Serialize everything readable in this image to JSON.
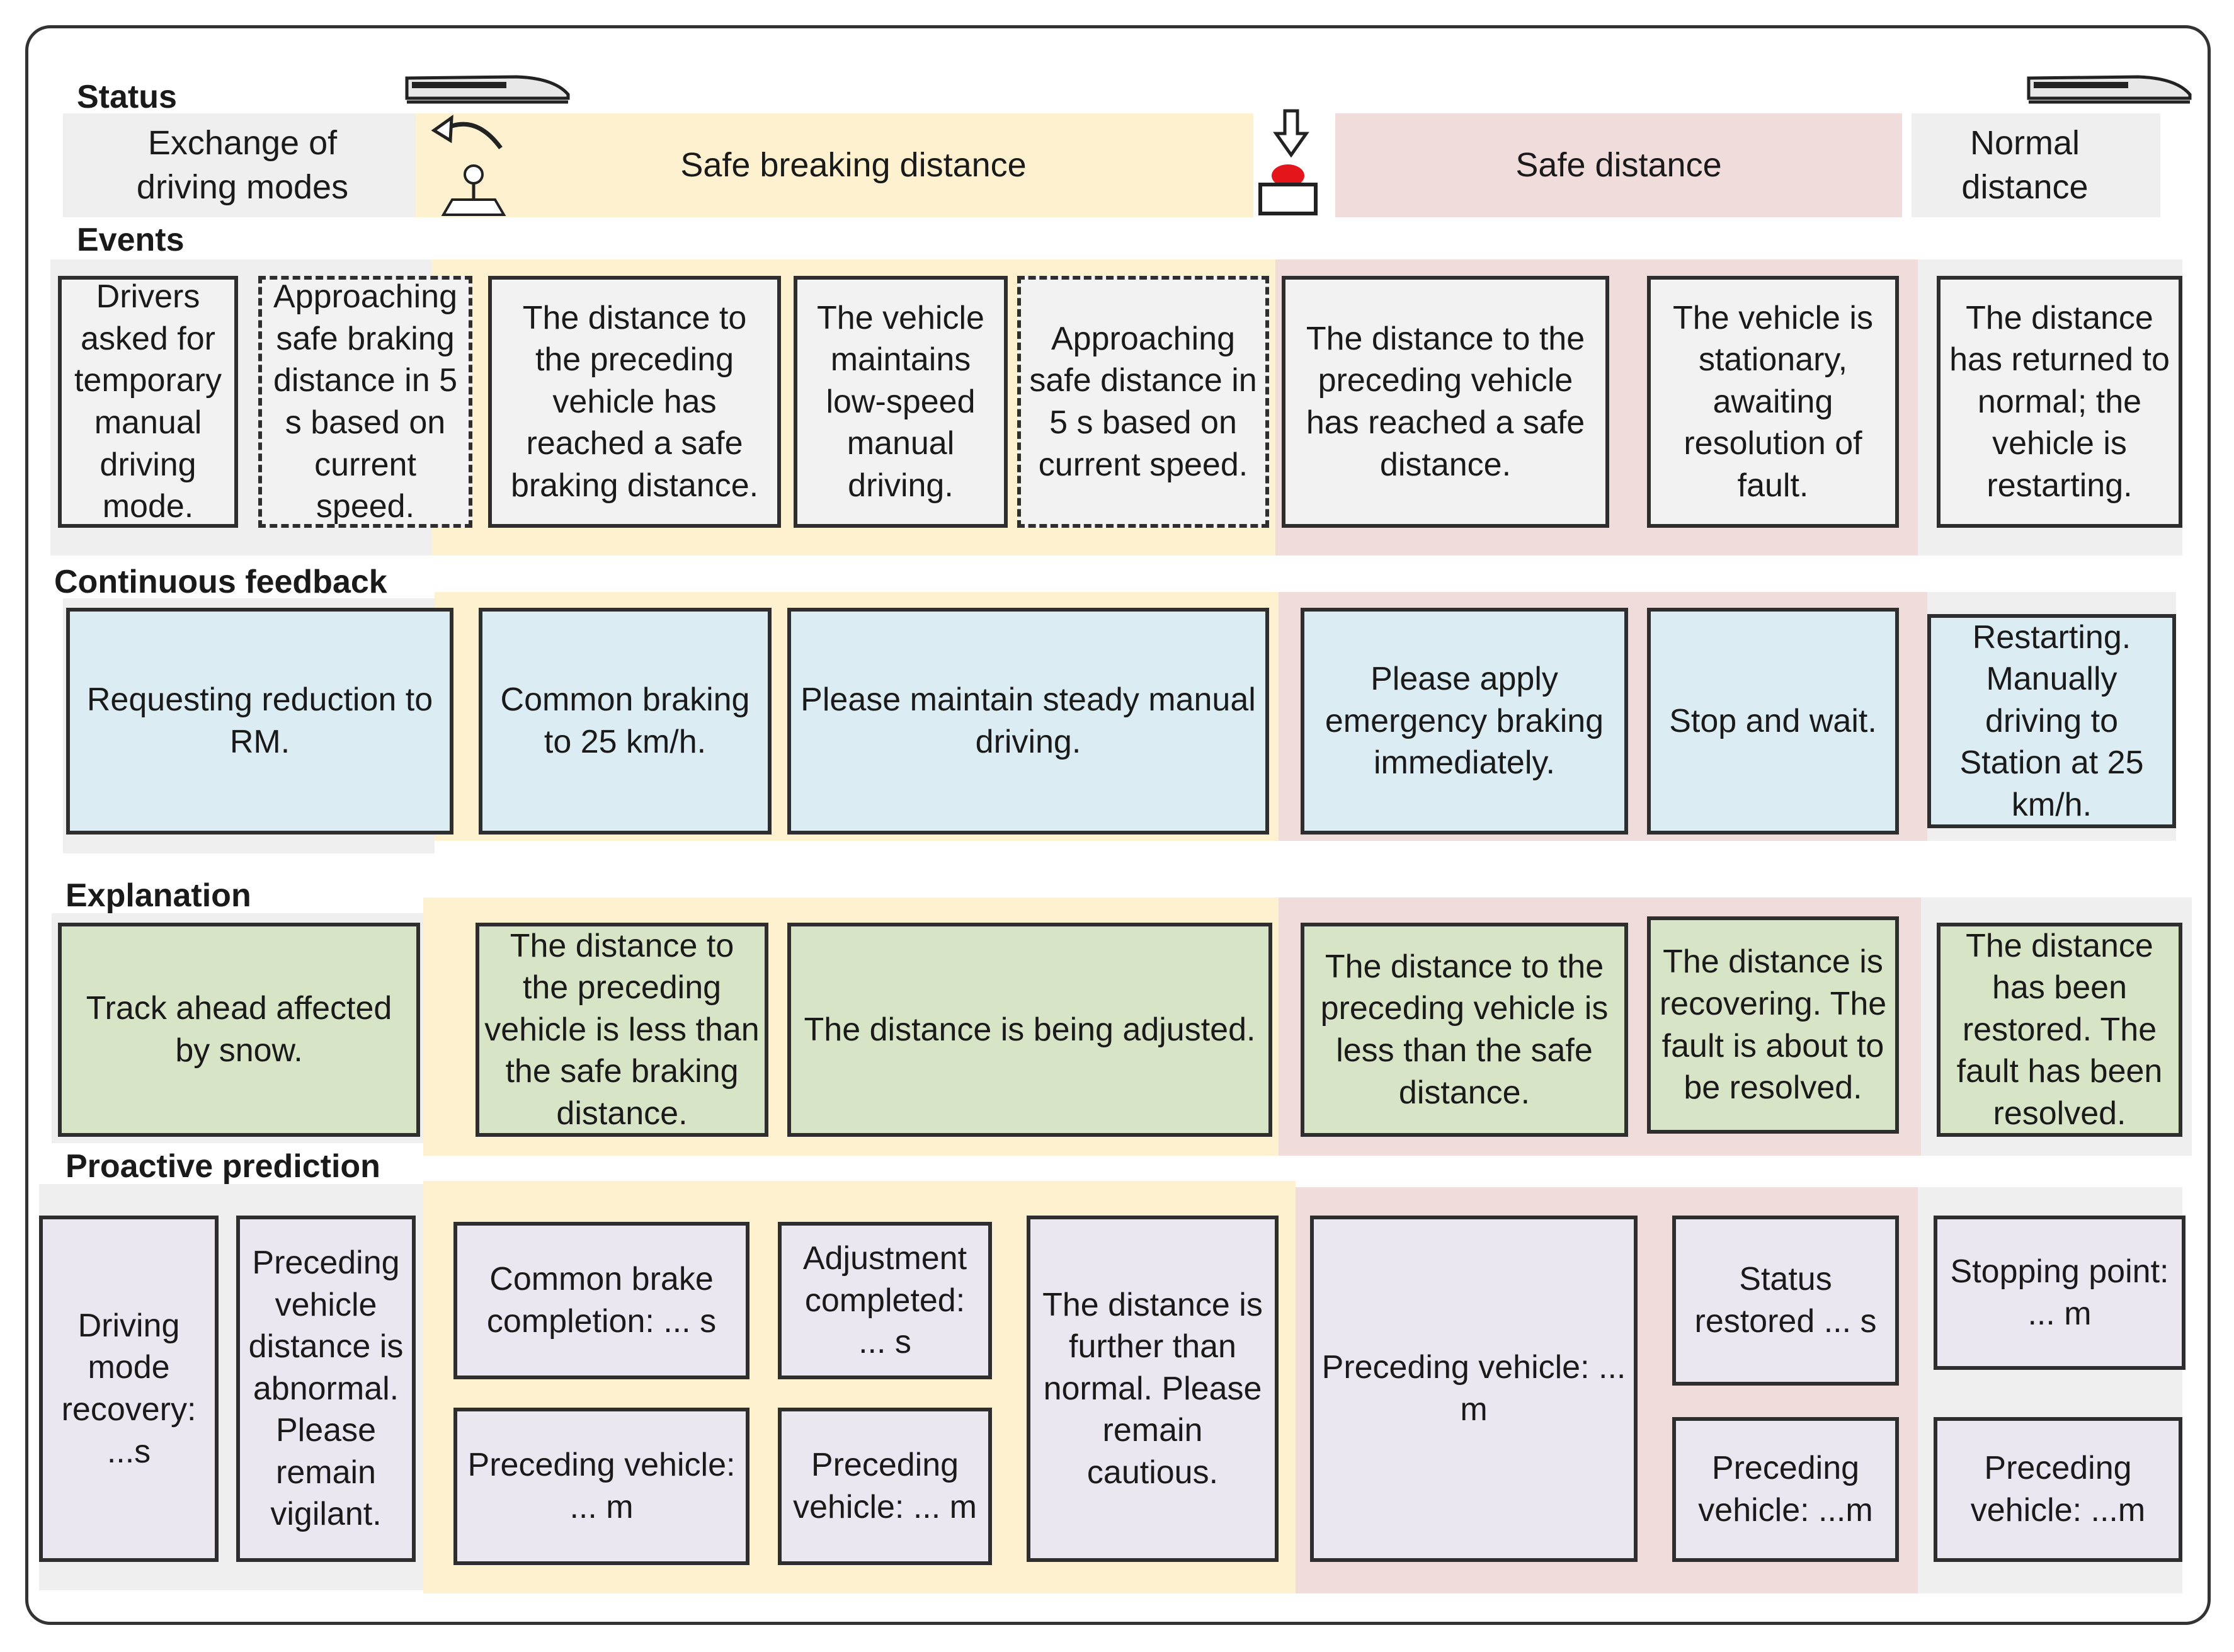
{
  "headers": {
    "status": "Status",
    "events": "Events",
    "continuous_feedback": "Continuous feedback",
    "explanation": "Explanation",
    "proactive_prediction": "Proactive prediction"
  },
  "status": {
    "exchange": "Exchange of driving modes",
    "safe_braking": "Safe breaking distance",
    "safe_distance": "Safe distance",
    "normal": "Normal distance"
  },
  "events": [
    "Drivers asked for temporary manual driving mode.",
    "Approaching safe braking distance in 5 s based on current speed.",
    "The distance to the preceding vehicle has reached a safe braking distance.",
    "The vehicle maintains low-speed manual driving.",
    "Approaching safe distance in 5 s based on current speed.",
    "The distance to the preceding vehicle has reached a safe distance.",
    "The vehicle is stationary, awaiting resolution of fault.",
    "The distance has returned to normal; the vehicle is restarting."
  ],
  "feedback": [
    "Requesting reduction to RM.",
    "Common braking to 25 km/h.",
    "Please maintain steady manual driving.",
    "Please apply emergency braking immediately.",
    "Stop and wait.",
    "Restarting. Manually driving to Station at 25 km/h."
  ],
  "explanation": [
    "Track ahead affected by snow.",
    "The distance to the preceding vehicle is less than the safe braking distance.",
    "The distance is being adjusted.",
    "The distance to the preceding vehicle is less than the safe distance.",
    "The distance is recovering. The fault is about to be resolved.",
    "The distance has been restored. The fault has been resolved."
  ],
  "prediction": [
    "Driving mode recovery: ...s",
    "Preceding vehicle distance is abnormal. Please remain vigilant.",
    "Common brake completion: ... s",
    "Preceding vehicle: ... m",
    "Adjustment completed: ... s",
    "Preceding vehicle: ... m",
    "The distance is further than normal. Please remain cautious.",
    "Preceding vehicle: ... m",
    "Status restored ... s",
    "Preceding vehicle: ...m",
    "Stopping point: ... m",
    "Preceding vehicle: ...m"
  ],
  "icons": [
    "train-icon",
    "return-arrow-icon",
    "driver-joystick-icon",
    "down-arrow-icon",
    "emergency-button-icon",
    "train-icon"
  ],
  "colors": {
    "zone_neutral": "#efefef",
    "zone_braking": "#fdf1cf",
    "zone_safe": "#f1dcdc",
    "events_fill": "#f2f2f2",
    "feedback_fill": "#dbedf2",
    "explanation_fill": "#d8e4c6",
    "prediction_fill": "#ebe7f0"
  }
}
